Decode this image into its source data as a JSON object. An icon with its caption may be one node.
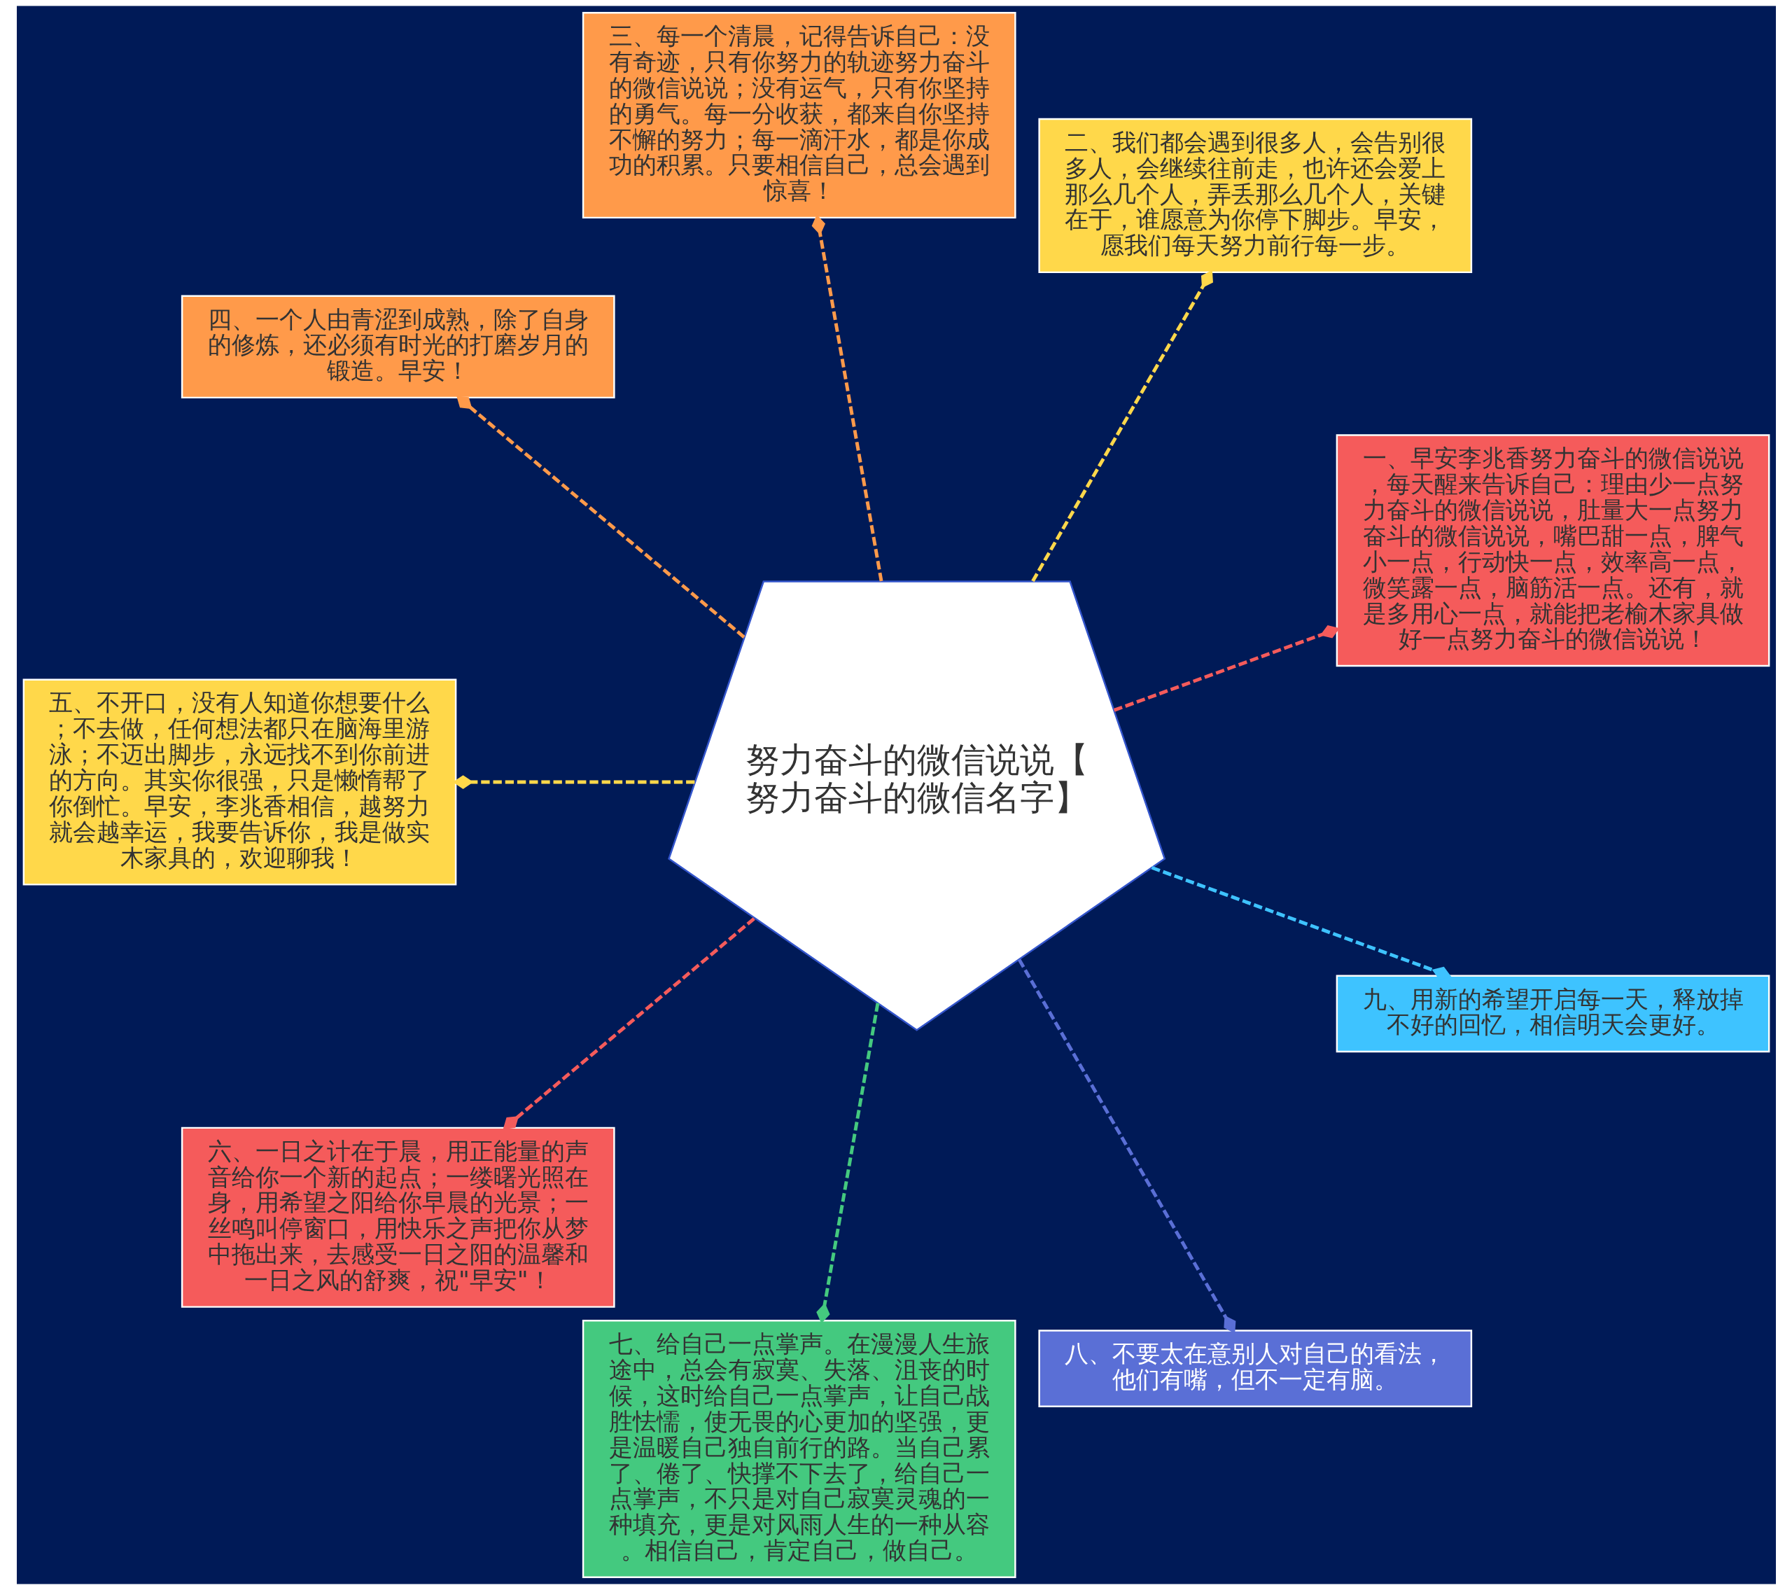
{
  "diagram": {
    "nodes": [
      {
        "text": [
          "努力奋斗的微信说说【努力奋斗的微信名字】"
        ]
      },
      {
        "text": [
          "一、早安李兆香努力奋斗的微信说说，每天醒来告诉自己：理由少一点努力奋斗的微信说说，肚量大一点努力奋斗的微信说说，嘴巴甜一点，脾气小一点，行动快一点，效率高一点，微笑露一点，脑筋活一点。还有，就是多用心一点，就能把老榆木家具做好一点努力奋斗的微信说说！"
        ]
      },
      {
        "text": [
          "二、我们都会遇到很多人，会告别很多人，会继续往前走，也许还会爱上那么几个人，弄丢那么几个人，关键在于，谁愿意为你停下脚步。早安，愿我们每天努力前行每一步。"
        ]
      },
      {
        "text": [
          "三、每一个清晨，记得告诉自己：没有奇迹，只有你努力的轨迹努力奋斗的微信说说；没有运气，只有你坚持的勇气。每一分收获，都来自你坚持不懈的努力；每一滴汗水，都是你成功的积累。只要相信自己，总会遇到惊喜！"
        ]
      },
      {
        "text": [
          "四、一个人由青涩到成熟，除了自身的修炼，还必须有时光的打磨岁月的锻造。早安！"
        ]
      },
      {
        "text": [
          "五、不开口，没有人知道你想要什么；不去做，任何想法都只在脑海里游泳；不迈出脚步，永远找不到你前进的方向。其实你很强，只是懒惰帮了你倒忙。早安，李兆香相信，越努力就会越幸运，我要告诉你，我是做实木家具的，欢迎聊我！"
        ]
      },
      {
        "text": [
          "六、一日之计在于晨，用正能量的声音给你一个新的起点；一缕曙光照在身，用希望之阳给你早晨的光景；一丝鸣叫停窗口，用快乐之声把你从梦中拖出来，去感受一日之阳的温馨和一日之风的舒爽，祝\"早安\"！"
        ]
      },
      {
        "text": [
          "七、给自己一点掌声。在漫漫人生旅途中，总会有寂寞、失落、沮丧的时候，这时给自己一点掌声，让自己战胜怯懦，使无畏的心更加的坚强，更是温暖自己独自前行的路。当自己累了、倦了、快撑不下去了，给自己一点掌声，不只是对自己寂寞灵魂的一种填充，更是对风雨人生的一种从容。相信自己，肯定自己，做自己。"
        ]
      },
      {
        "text": [
          "八、不要太在意别人对自己的看法，他们有嘴，但不一定有脑。"
        ]
      },
      {
        "text": [
          "九、用新的希望开启每一天，释放掉不好的回忆，相信明天会更好。"
        ]
      }
    ],
    "edges": [
      {
        "from": 0,
        "to": 1,
        "arrow": "other",
        "style": "dashed",
        "color": "#f55b5b"
      },
      {
        "from": 0,
        "to": 2,
        "arrow": "other",
        "style": "dashed",
        "color": "#ffd84a"
      },
      {
        "from": 0,
        "to": 3,
        "arrow": "other",
        "style": "dashed",
        "color": "#ff9a4a"
      },
      {
        "from": 0,
        "to": 4,
        "arrow": "other",
        "style": "dashed",
        "color": "#ff9a4a"
      },
      {
        "from": 0,
        "to": 5,
        "arrow": "other",
        "style": "dashed",
        "color": "#ffd84a"
      },
      {
        "from": 0,
        "to": 6,
        "arrow": "other",
        "style": "dashed",
        "color": "#f55b5b"
      },
      {
        "from": 0,
        "to": 7,
        "arrow": "other",
        "style": "dashed",
        "color": "#44c97f"
      },
      {
        "from": 0,
        "to": 8,
        "arrow": "other",
        "style": "dashed",
        "color": "#5a6fd6"
      },
      {
        "from": 0,
        "to": 9,
        "arrow": "other",
        "style": "dashed",
        "color": "#3ec3ff"
      }
    ]
  }
}
